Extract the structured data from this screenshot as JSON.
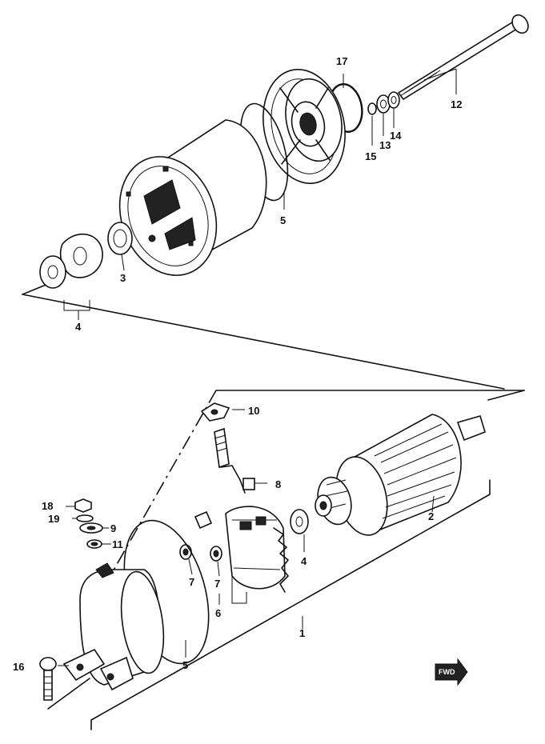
{
  "callouts": [
    {
      "id": "c1",
      "label": "1"
    },
    {
      "id": "c2",
      "label": "2"
    },
    {
      "id": "c3",
      "label": "3"
    },
    {
      "id": "c4a",
      "label": "4"
    },
    {
      "id": "c4b",
      "label": "4"
    },
    {
      "id": "c5a",
      "label": "5"
    },
    {
      "id": "c5b",
      "label": "5"
    },
    {
      "id": "c6",
      "label": "6"
    },
    {
      "id": "c7a",
      "label": "7"
    },
    {
      "id": "c7b",
      "label": "7"
    },
    {
      "id": "c8",
      "label": "8"
    },
    {
      "id": "c9",
      "label": "9"
    },
    {
      "id": "c10",
      "label": "10"
    },
    {
      "id": "c11",
      "label": "11"
    },
    {
      "id": "c12",
      "label": "12"
    },
    {
      "id": "c13",
      "label": "13"
    },
    {
      "id": "c14",
      "label": "14"
    },
    {
      "id": "c15",
      "label": "15"
    },
    {
      "id": "c16",
      "label": "16"
    },
    {
      "id": "c17",
      "label": "17"
    },
    {
      "id": "c18",
      "label": "18"
    },
    {
      "id": "c19",
      "label": "19"
    }
  ],
  "forward_badge": "FWD"
}
